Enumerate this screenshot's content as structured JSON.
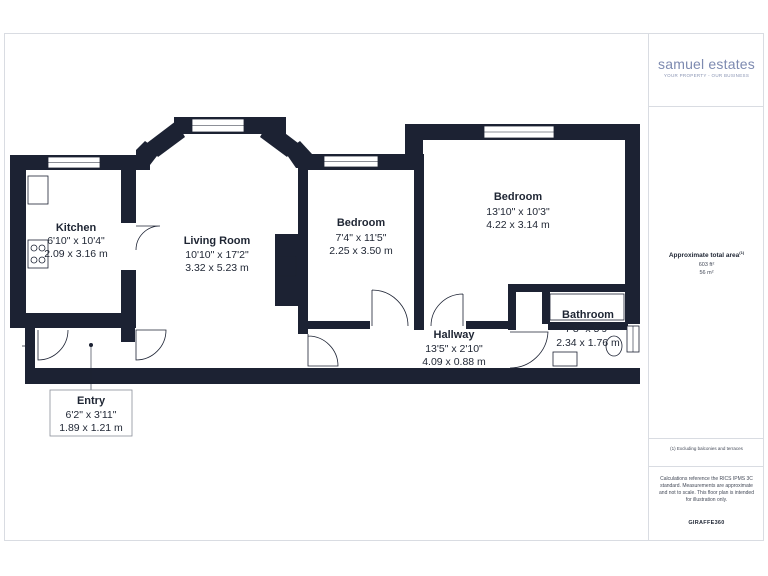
{
  "brand": {
    "logo_text": "samuel estates",
    "tagline": "YOUR PROPERTY - OUR BUSINESS",
    "accent_color": "#7d8ab0"
  },
  "area": {
    "label": "Approximate total area",
    "label_superscript": "(1)",
    "sqft": "603 ft²",
    "sqm": "56 m²"
  },
  "footnote": "(1) Excluding balconies and terraces",
  "disclaimer": "Calculations reference the RICS IPMS 3C standard. Measurements are approximate and not to scale. This floor plan is intended for illustration only.",
  "software": "GIRAFFE360",
  "rooms": {
    "kitchen": {
      "name": "Kitchen",
      "imperial": "6'10\" x 10'4\"",
      "metric": "2.09 x 3.16 m"
    },
    "living_room": {
      "name": "Living Room",
      "imperial": "10'10\" x 17'2\"",
      "metric": "3.32 x 5.23 m"
    },
    "bedroom_small": {
      "name": "Bedroom",
      "imperial": "7'4\" x 11'5\"",
      "metric": "2.25 x 3.50 m"
    },
    "bedroom_large": {
      "name": "Bedroom",
      "imperial": "13'10\" x 10'3\"",
      "metric": "4.22 x 3.14 m"
    },
    "hallway": {
      "name": "Hallway",
      "imperial": "13'5\" x 2'10\"",
      "metric": "4.09 x 0.88 m"
    },
    "bathroom": {
      "name": "Bathroom",
      "imperial": "7'8\" x 5'9\"",
      "metric": "2.34 x 1.76 m"
    },
    "entry": {
      "name": "Entry",
      "imperial": "6'2\" x 3'11\"",
      "metric": "1.89 x 1.21 m"
    }
  },
  "colors": {
    "wall": "#1c2233",
    "text": "#1e2533",
    "border": "#d9dce2"
  }
}
